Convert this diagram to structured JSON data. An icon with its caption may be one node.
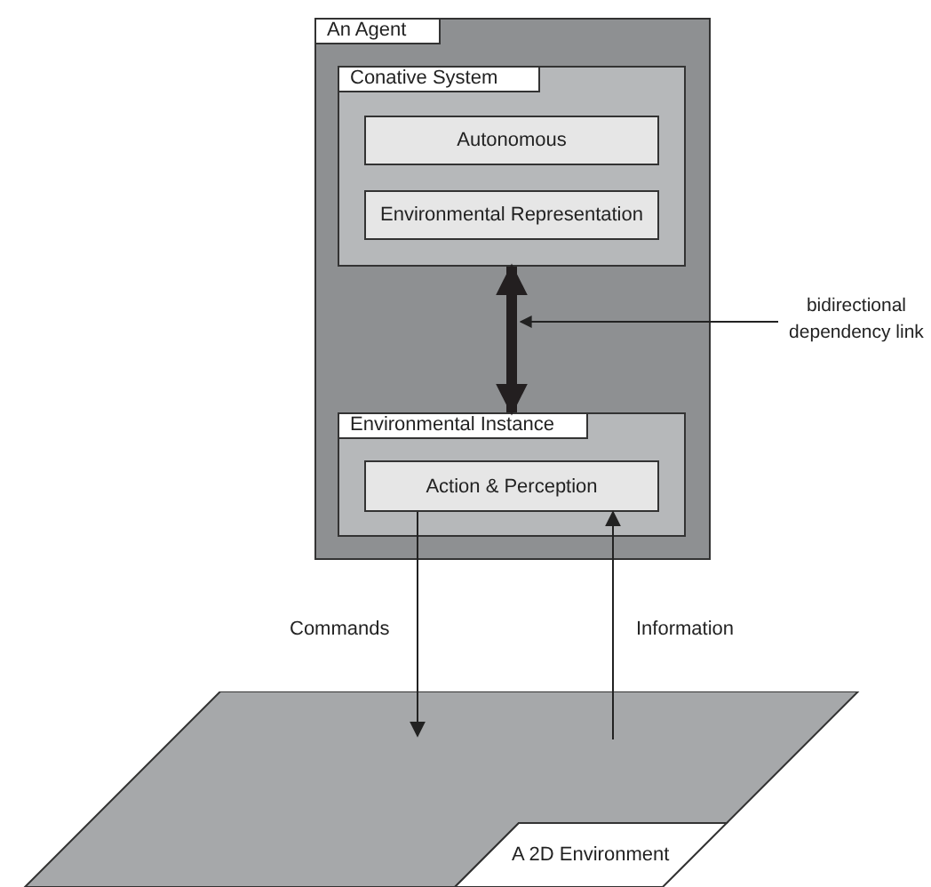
{
  "diagram": {
    "nodes": [
      {
        "text": [
          "An Agent"
        ]
      },
      {
        "text": [
          "Conative System"
        ],
        "in": 0
      },
      {
        "text": [
          "Autonomous"
        ],
        "in": 1
      },
      {
        "text": [
          "Environmental Representation"
        ],
        "in": 1
      },
      {
        "text": [
          "Environmental Instance"
        ],
        "in": 0
      },
      {
        "text": [
          "Action & Perception"
        ],
        "in": 4
      },
      {
        "text": [
          "bidirectional dependency link"
        ]
      },
      {
        "text": [
          "A 2D Environment"
        ]
      }
    ],
    "edges": [
      {
        "from": 1,
        "to": 4,
        "arrow": "both",
        "style": "thick",
        "color": "#231f20"
      },
      {
        "from": 6,
        "to": null,
        "arrow": "to"
      },
      {
        "from": 5,
        "to": 7,
        "arrow": "to",
        "label": "Commands"
      },
      {
        "from": 7,
        "to": 5,
        "arrow": "to",
        "label": "Information"
      }
    ]
  }
}
